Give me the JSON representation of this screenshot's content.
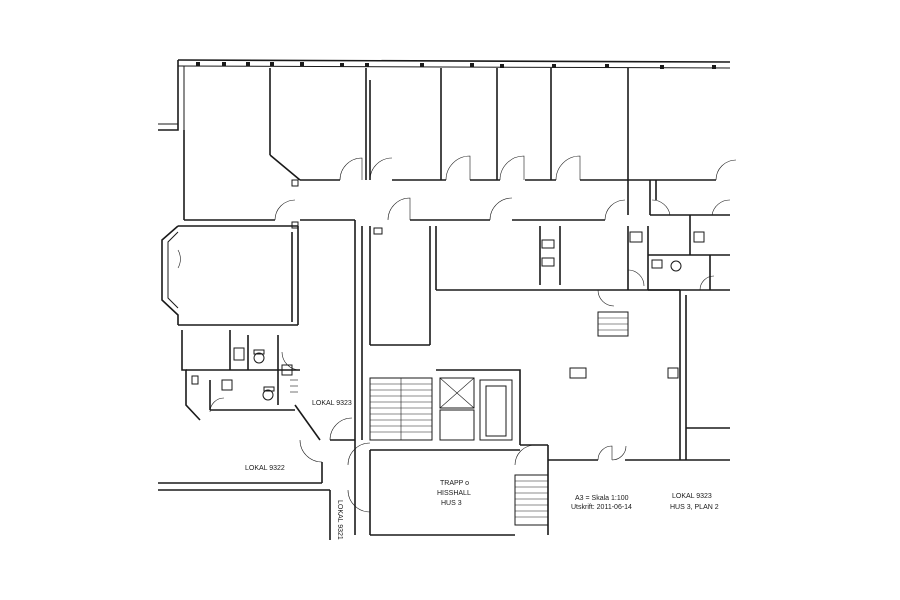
{
  "labels": {
    "lokal_9323_left": "LOKAL 9323",
    "lokal_9322": "LOKAL 9322",
    "lokal_9321": "LOKAL 9321",
    "trapp_line1": "TRAPP o",
    "trapp_line2": "HISSHALL",
    "trapp_line3": "HUS 3",
    "scale": "A3 = Skala 1:100",
    "date": "Utskrift: 2011-06-14",
    "lokal_9323_right": "LOKAL 9323",
    "hus_plan": "HUS 3, PLAN 2"
  }
}
